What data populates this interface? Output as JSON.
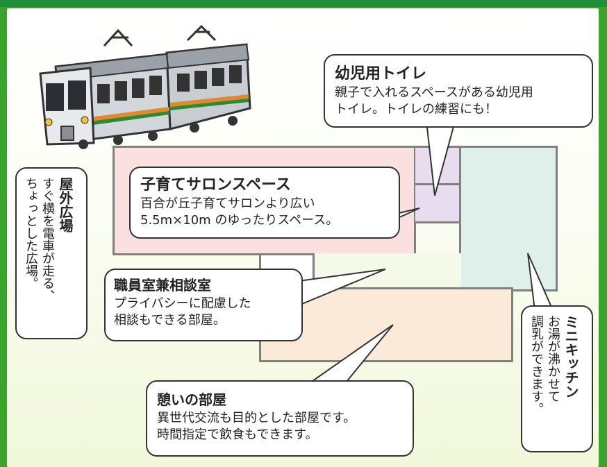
{
  "colors": {
    "border_green": "#3aa32c",
    "salon_pink": "#fbe0e0",
    "toilet_purple": "#e8dcef",
    "kitchen_teal": "#dff0ea",
    "consult_white": "#ffffff",
    "rest_peach": "#fbead7"
  },
  "illustration": {
    "train_icon": "train-icon"
  },
  "rooms": {
    "infant_toilet": {
      "title": "幼児用トイレ",
      "desc": "親子で入れるスペースがある幼児用\nトイレ。トイレの練習にも！"
    },
    "salon": {
      "title": "子育てサロンスペース",
      "desc": "百合が丘子育てサロンより広い\n5.5m×10m のゆったりスペース。"
    },
    "outdoor": {
      "title": "屋外広場",
      "desc": "すぐ横を電車が走る、\nちょっとした広場。"
    },
    "staff": {
      "title": "職員室兼相談室",
      "desc": "プライバシーに配慮した\n相談もできる部屋。"
    },
    "mini_kitchen": {
      "title": "ミニキッチン",
      "desc": "お湯が沸かせて\n調乳ができます。"
    },
    "rest": {
      "title": "憩いの部屋",
      "desc": "異世代交流も目的とした部屋です。\n時間指定で飲食もできます。"
    }
  }
}
